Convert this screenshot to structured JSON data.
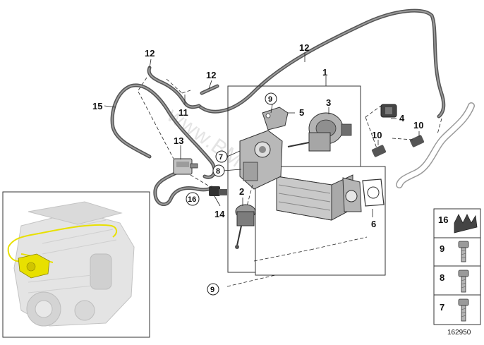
{
  "diagram_id": "162950",
  "watermark": "www.BMWstore.pl",
  "callouts": {
    "c1": "1",
    "c2": "2",
    "c3": "3",
    "c4": "4",
    "c5": "5",
    "c6": "6",
    "c7": "7",
    "c8": "8",
    "c9a": "9",
    "c9b": "9",
    "c10a": "10",
    "c10b": "10",
    "c11": "11",
    "c12a": "12",
    "c12b": "12",
    "c12c": "12",
    "c13": "13",
    "c14": "14",
    "c15": "15",
    "c16": "16"
  },
  "legend": {
    "r16": "16",
    "r9": "9",
    "r8": "8",
    "r7": "7"
  },
  "colors": {
    "line": "#222222",
    "part_fill": "#bdbdbd",
    "part_dark": "#555555",
    "hose": "#5a5a5a",
    "engine_ghost": "#d6d6d6",
    "highlight": "#e8e000",
    "box_border": "#333333"
  }
}
